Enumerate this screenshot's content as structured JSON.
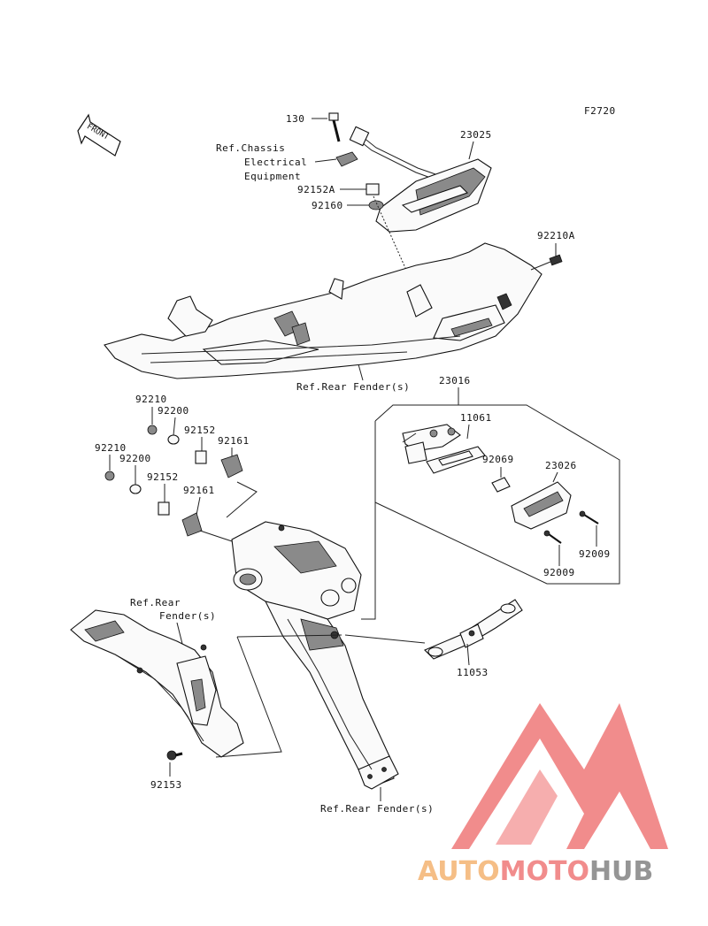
{
  "figure_code": "F2720",
  "front_indicator": "FRONT",
  "parts": {
    "p130": "130",
    "p23025": "23025",
    "ref_chassis_1": "Ref.Chassis",
    "ref_chassis_2": "Electrical",
    "ref_chassis_3": "Equipment",
    "p92152A": "92152A",
    "p92160": "92160",
    "p92210A": "92210A",
    "ref_rear_fender_top": "Ref.Rear Fender(s)",
    "p23016": "23016",
    "p11061": "11061",
    "p92069": "92069",
    "p23026": "23026",
    "p92009_a": "92009",
    "p92009_b": "92009",
    "p92210_a": "92210",
    "p92200_a": "92200",
    "p92152_a": "92152",
    "p92161_a": "92161",
    "p92210_b": "92210",
    "p92200_b": "92200",
    "p92152_b": "92152",
    "p92161_b": "92161",
    "ref_rear_fender_left_1": "Ref.Rear",
    "ref_rear_fender_left_2": "Fender(s)",
    "p11053": "11053",
    "p92153": "92153",
    "ref_rear_fender_bottom": "Ref.Rear Fender(s)"
  },
  "watermark": {
    "part1": "AUTO",
    "part2": "MOTO",
    "part3": "HUB",
    "color_orange": "#f5b87a",
    "color_red": "#f08080",
    "color_gray": "#8a8a8a"
  }
}
